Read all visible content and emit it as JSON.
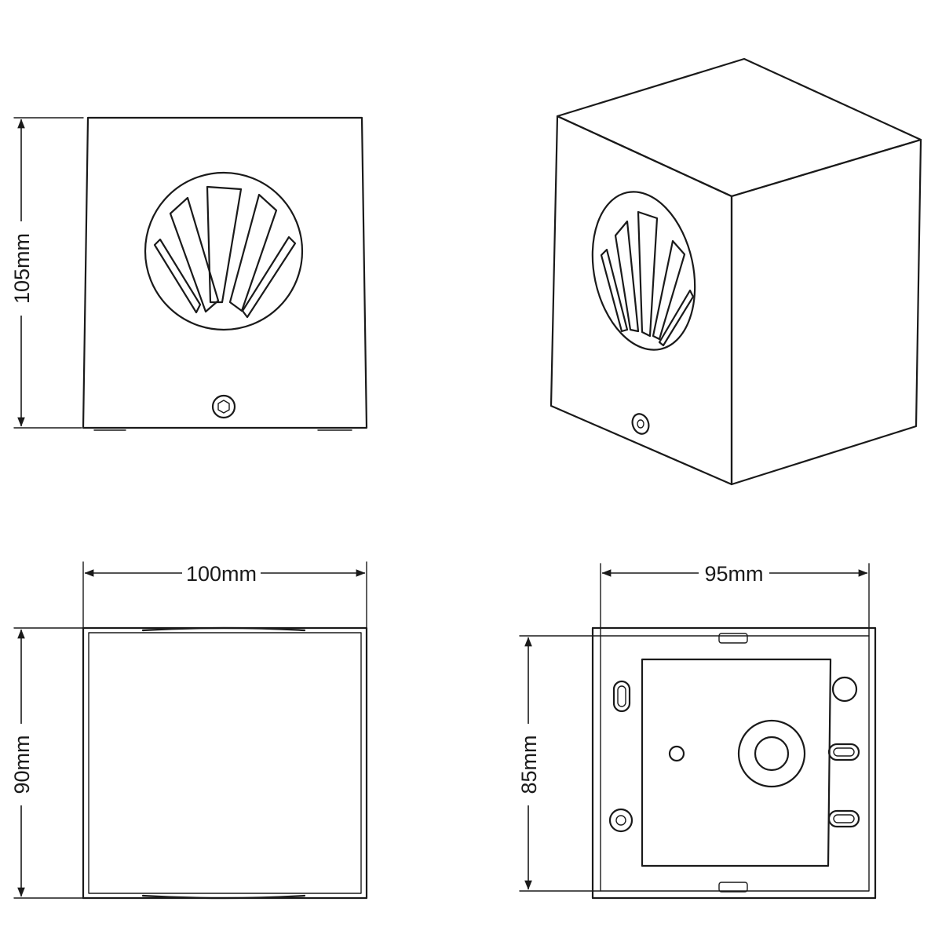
{
  "dimensions": {
    "front_height": "105mm",
    "top_width": "100mm",
    "top_depth": "90mm",
    "back_width": "95mm",
    "back_height": "85mm"
  },
  "colors": {
    "line": "#1a1a1a",
    "background": "#ffffff"
  }
}
